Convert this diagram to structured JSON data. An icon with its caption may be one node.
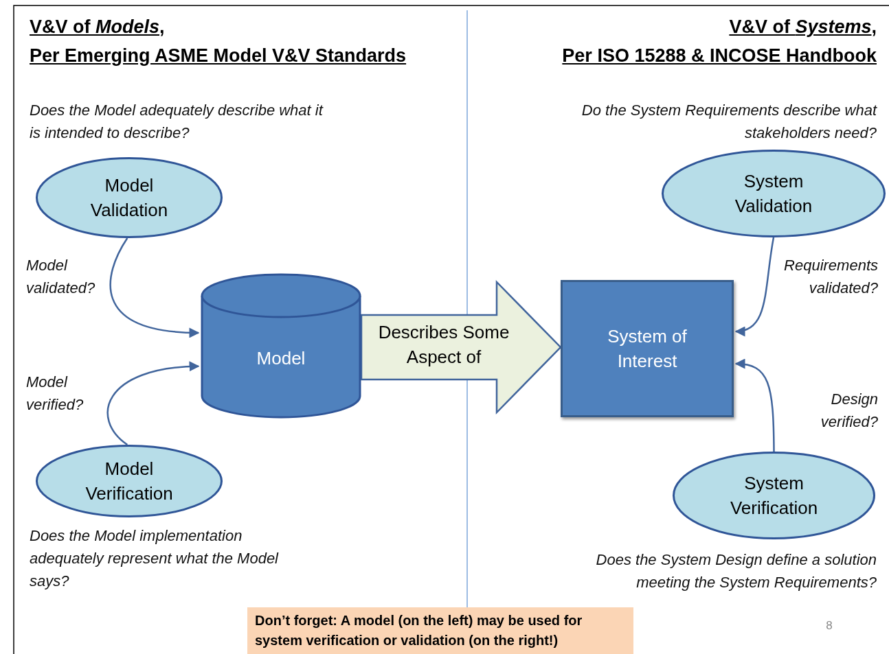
{
  "diagram": {
    "nodes": [
      {
        "text": [
          "Model Validation"
        ]
      },
      {
        "text": [
          "Model"
        ]
      },
      {
        "text": [
          "Model Verification"
        ]
      },
      {
        "text": [
          "System of Interest"
        ]
      },
      {
        "text": [
          "System Validation"
        ]
      },
      {
        "text": [
          "System Verification"
        ]
      },
      {
        "text": [
          "Don’t forget: A model (on the left) may be used for system verification or validation (on the right!)"
        ]
      }
    ],
    "edges": [
      {
        "from": 0,
        "to": 1,
        "arrow": "to",
        "label": "Model validated?"
      },
      {
        "from": 2,
        "to": 1,
        "arrow": "to",
        "label": "Model verified?"
      },
      {
        "from": 1,
        "to": 3,
        "arrow": "to",
        "label": "Describes Some Aspect of",
        "style": "thick"
      },
      {
        "from": 4,
        "to": 3,
        "arrow": "to",
        "label": "Requirements validated?"
      },
      {
        "from": 5,
        "to": 3,
        "arrow": "to",
        "label": "Design verified?"
      }
    ],
    "labels": [
      "V&V of *Models*,",
      "V&V of *Systems*,",
      "Per Emerging ASME Model V&V Standards",
      "Per ISO 15288 & INCOSE Handbook",
      "Does the Model adequately describe what it is intended to describe?",
      "Do the System Requirements describe what stakeholders need?",
      "Does the Model implementation adequately represent what the Model says?",
      "Does the System Design define a solution meeting the System Requirements?",
      "8"
    ]
  }
}
